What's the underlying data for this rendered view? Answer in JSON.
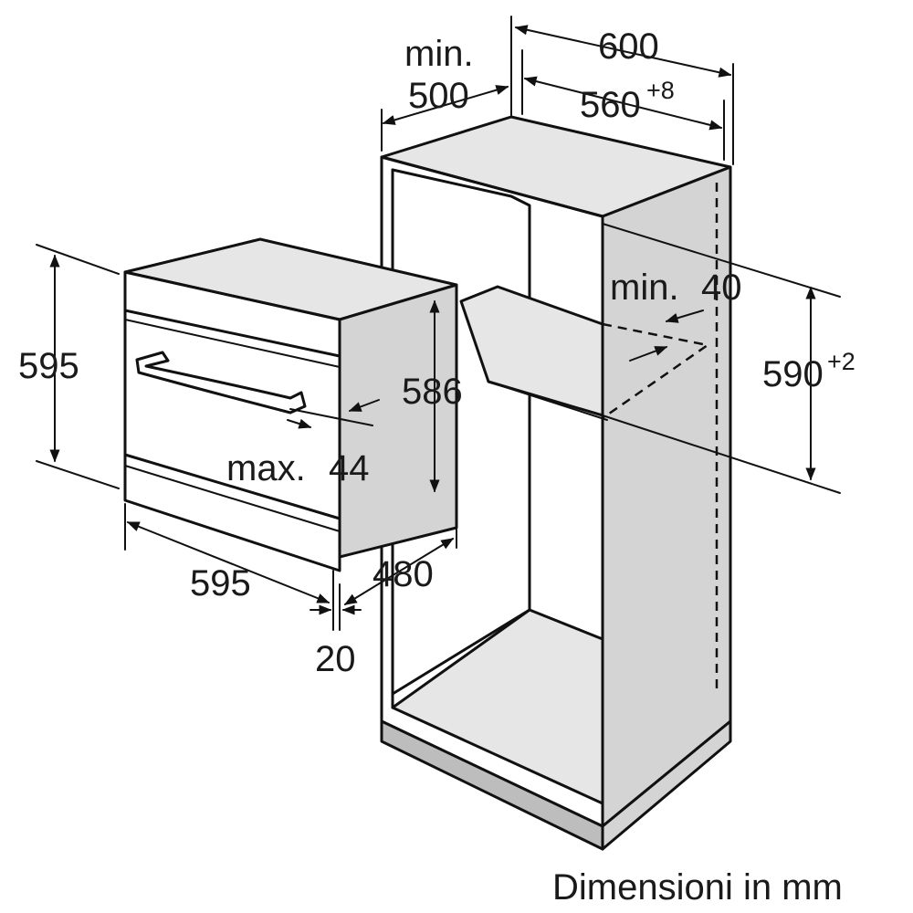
{
  "diagram": {
    "caption": "Dimensioni in mm",
    "dimensions": {
      "cabinet_depth_prefix": "min.",
      "cabinet_depth": "500",
      "cabinet_width": "600",
      "niche_width": "560",
      "niche_width_tolerance": "+8",
      "ventilation_prefix": "min.",
      "ventilation": "40",
      "niche_height": "590",
      "niche_height_tolerance": "+2",
      "appliance_height": "595",
      "appliance_body_height": "586",
      "handle_prefix": "max.",
      "handle_depth": "44",
      "appliance_width": "595",
      "appliance_depth": "480",
      "front_thickness": "20"
    }
  }
}
